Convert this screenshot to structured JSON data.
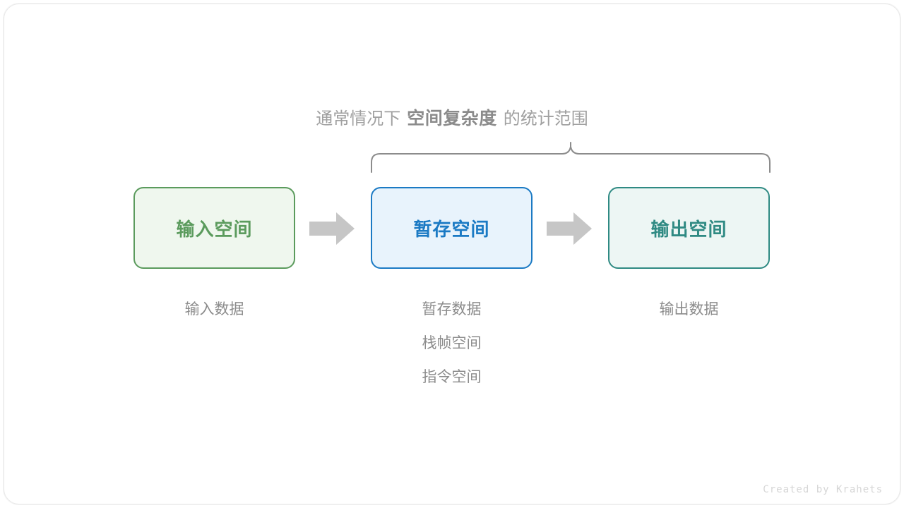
{
  "heading": {
    "prefix": "通常情况下",
    "emphasis": "空间复杂度",
    "suffix": "的统计范围"
  },
  "boxes": [
    {
      "id": "input",
      "label": "输入空间",
      "border_color": "#5b9b5d",
      "fill_color": "#eff7ee",
      "text_color": "#5b9b5d",
      "captions": [
        "输入数据"
      ]
    },
    {
      "id": "temp",
      "label": "暂存空间",
      "border_color": "#1b7ac4",
      "fill_color": "#e8f3fc",
      "text_color": "#1b7ac4",
      "captions": [
        "暂存数据",
        "栈帧空间",
        "指令空间"
      ]
    },
    {
      "id": "output",
      "label": "输出空间",
      "border_color": "#2f8a83",
      "fill_color": "#edf6f4",
      "text_color": "#2f8a83",
      "captions": [
        "输出数据"
      ]
    }
  ],
  "captions": {
    "input_line1": "输入数据",
    "temp_line1": "暂存数据",
    "temp_line2": "栈帧空间",
    "temp_line3": "指令空间",
    "output_line1": "输出数据"
  },
  "arrows": {
    "color": "#c6c6c6",
    "count": 2
  },
  "brace": {
    "color": "#8c8c8c",
    "spans": [
      "temp",
      "output"
    ]
  },
  "footer": {
    "credit": "Created by Krahets"
  },
  "theme": {
    "background": "#ffffff",
    "card_border": "#e9e9e9",
    "muted_text": "#8c8c8c",
    "heading_text": "#a0a0a0",
    "heading_emphasis_text": "#8b8b8b"
  }
}
